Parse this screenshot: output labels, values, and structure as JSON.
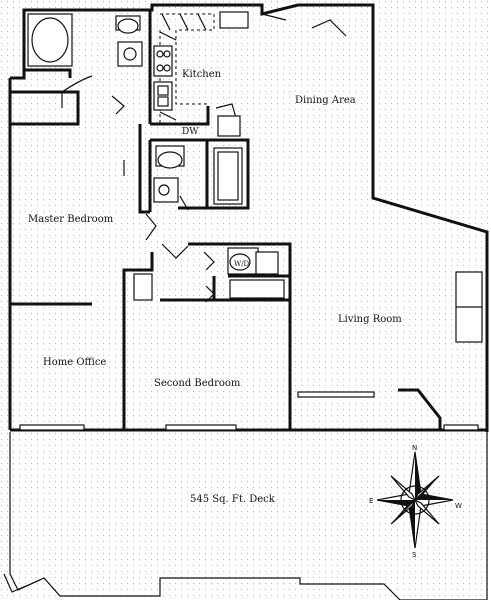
{
  "rooms": {
    "kitchen": "Kitchen",
    "dining": "Dining Area",
    "master": "Master Bedroom",
    "office": "Home Office",
    "second": "Second Bedroom",
    "living": "Living Room",
    "deck": "545 Sq. Ft. Deck"
  },
  "appliance_labels": {
    "dishwasher": "DW",
    "washer_dryer": "W/D"
  },
  "compass": {
    "north": "N",
    "south": "S",
    "east": "E",
    "west": "W"
  },
  "colors": {
    "line": "#111111",
    "dots": "#bdbdbd",
    "background": "#ffffff"
  }
}
